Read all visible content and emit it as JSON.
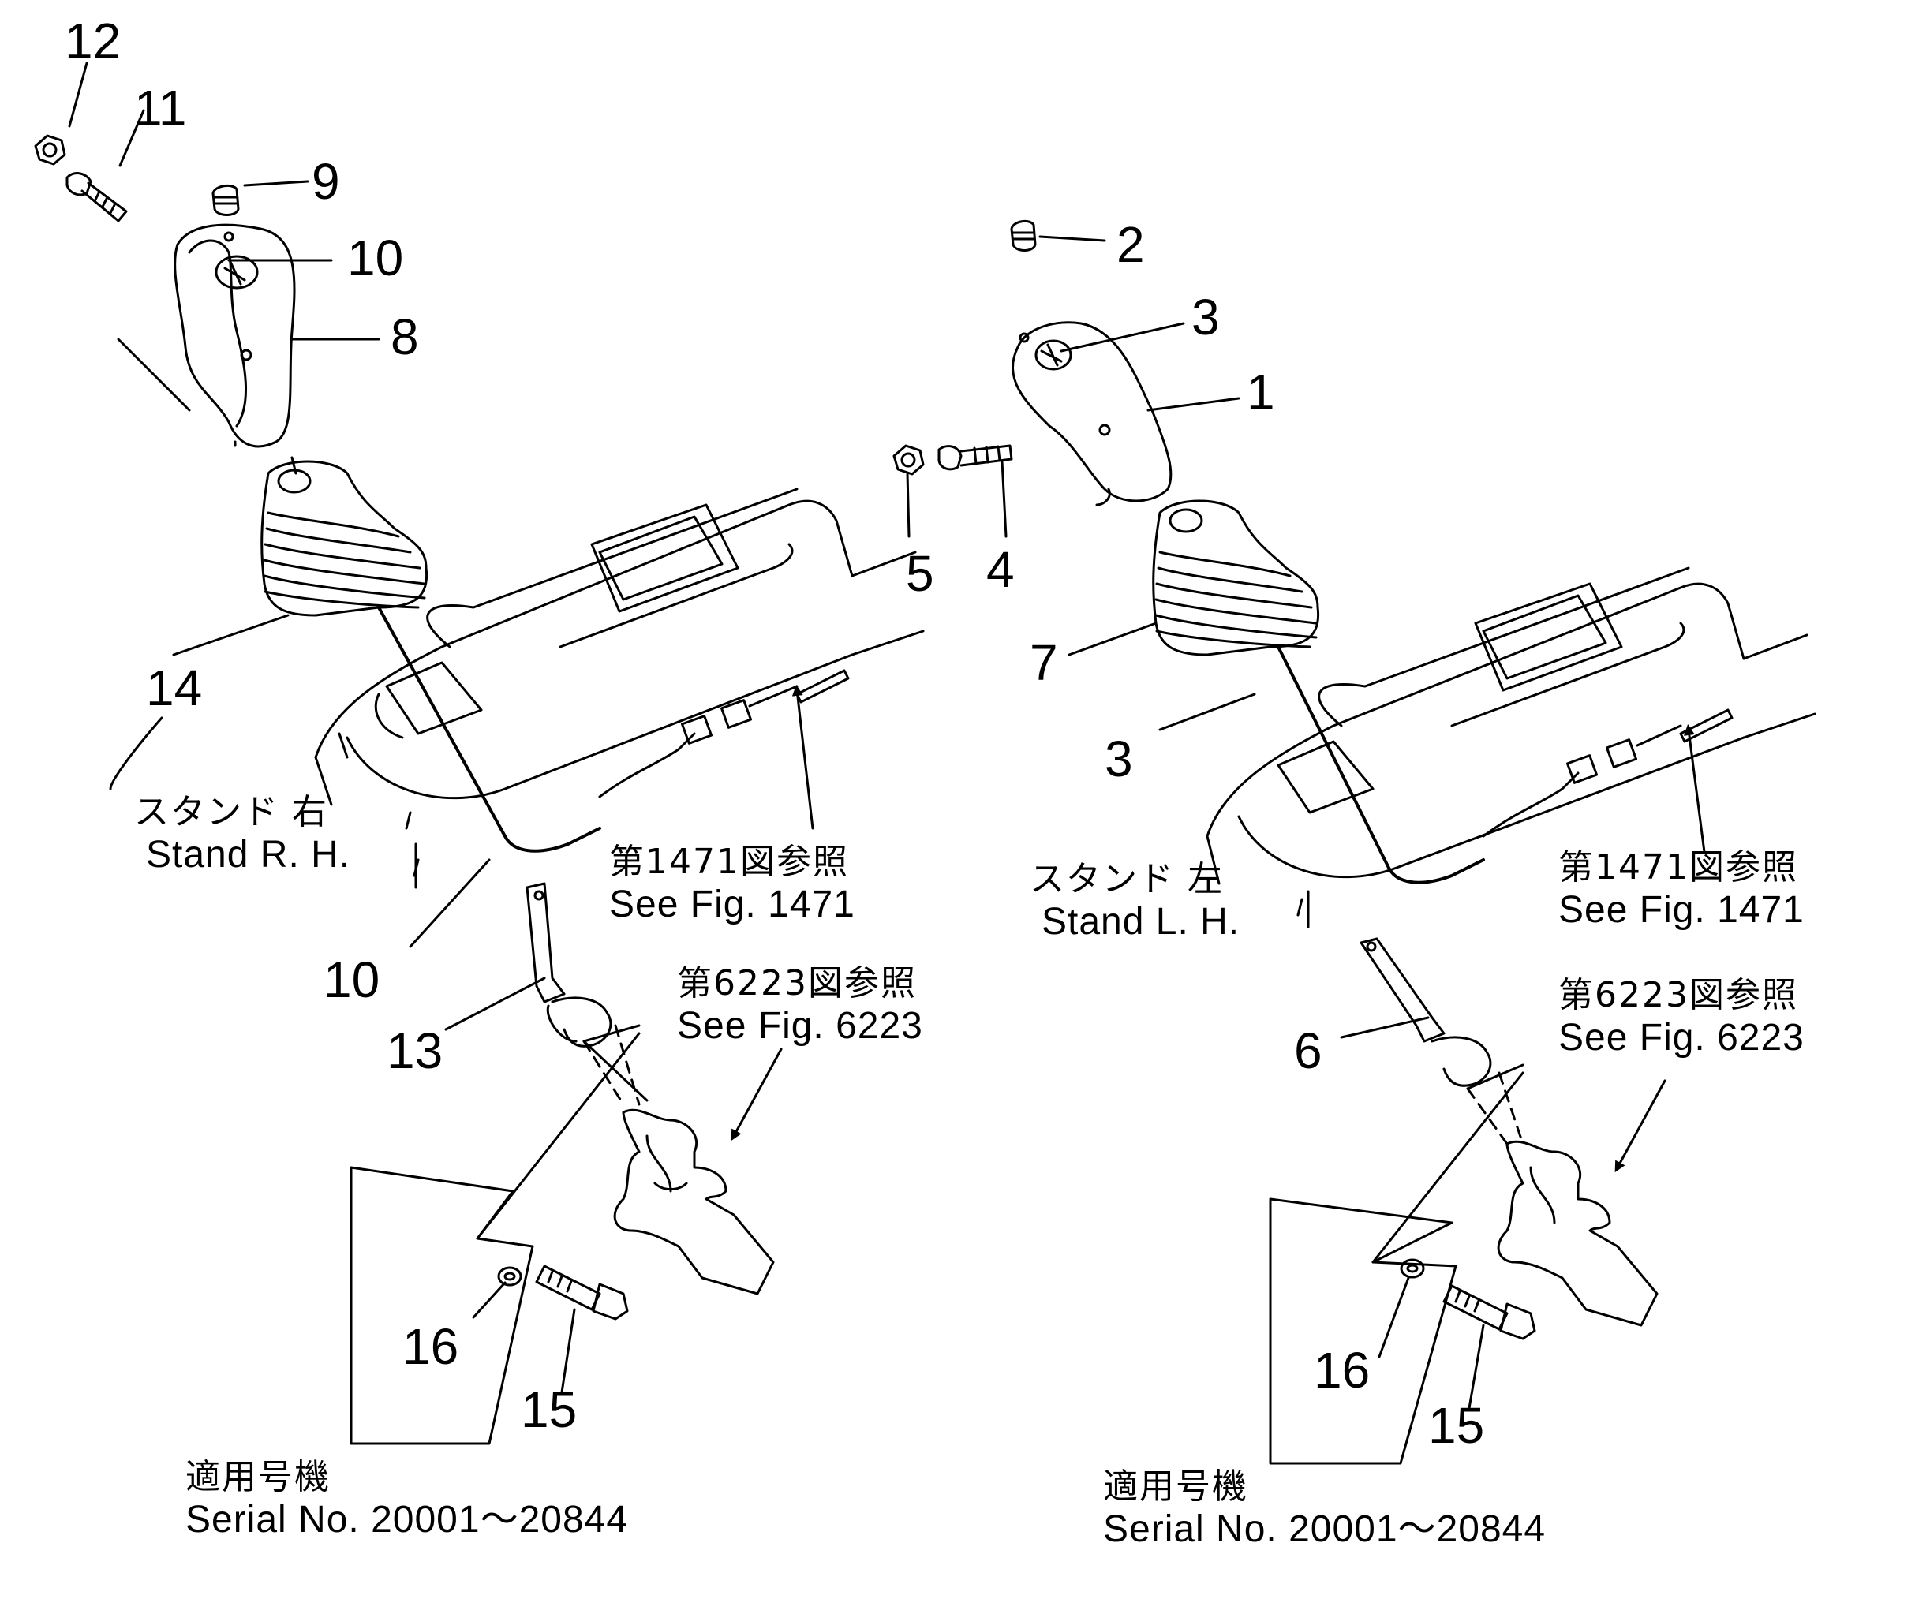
{
  "diagram": {
    "background": "#ffffff",
    "line_color": "#000000",
    "callouts": {
      "left": {
        "n12": "12",
        "n11": "11",
        "n9": "9",
        "n10a": "10",
        "n8": "8",
        "n14": "14",
        "n10b": "10",
        "n13": "13",
        "n16": "16",
        "n15": "15"
      },
      "right": {
        "n2": "2",
        "n3a": "3",
        "n1": "1",
        "n5": "5",
        "n4": "4",
        "n7": "7",
        "n3b": "3",
        "n6": "6",
        "n16": "16",
        "n15": "15"
      }
    },
    "captions": {
      "left": {
        "stand_jp": "スタンド 右",
        "stand_en": "Stand R. H.",
        "fig1471_jp": "第1471図参照",
        "fig1471_en": "See Fig. 1471",
        "fig6223_jp": "第6223図参照",
        "fig6223_en": "See Fig. 6223",
        "serial_jp": "適用号機",
        "serial_en": "Serial No. 20001～20844"
      },
      "right": {
        "stand_jp": "スタンド 左",
        "stand_en": "Stand L. H.",
        "fig1471_jp": "第1471図参照",
        "fig1471_en": "See Fig. 1471",
        "fig6223_jp": "第6223図参照",
        "fig6223_en": "See Fig. 6223",
        "serial_jp": "適用号機",
        "serial_en": "Serial No. 20001～20844"
      }
    }
  }
}
